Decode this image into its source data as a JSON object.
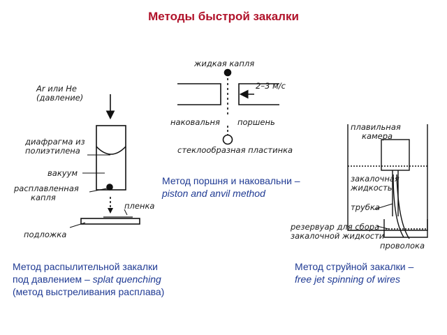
{
  "title": "Методы быстрой закалки",
  "splat": {
    "gas_line1": "Ar или He",
    "gas_line2": "(давление)",
    "diaphragm_line1": "диафрагма из",
    "diaphragm_line2": "полиэтилена",
    "vacuum": "вакуум",
    "drop_line1": "расплавленная",
    "drop_line2": "капля",
    "film": "пленка",
    "substrate": "подложка",
    "caption_line1": "Метод распылительной закалки",
    "caption_line2_plain": "под давлением – ",
    "caption_line2_italic": "splat quenching",
    "caption_line3": "(метод выстреливания расплава)"
  },
  "piston": {
    "liquid_drop": "жидкая капля",
    "speed": "2–3 м/с",
    "anvil": "наковальня",
    "piston": "поршень",
    "glass_plate": "стеклообразная пластинка",
    "caption_line1": "Метод поршня и наковальни –",
    "caption_line2": "piston and anvil method"
  },
  "jet": {
    "melt_chamber_line1": "плавильная",
    "melt_chamber_line2": "камера",
    "quench_liquid_line1": "закалочная",
    "quench_liquid_line2": "жидкость",
    "tube": "трубка",
    "reservoir_line1": "резервуар для сбора",
    "reservoir_line2": "закалочной жидкости",
    "wire": "проволока",
    "caption_line1": "Метод струйной закалки –",
    "caption_line2": "free jet spinning of wires"
  }
}
